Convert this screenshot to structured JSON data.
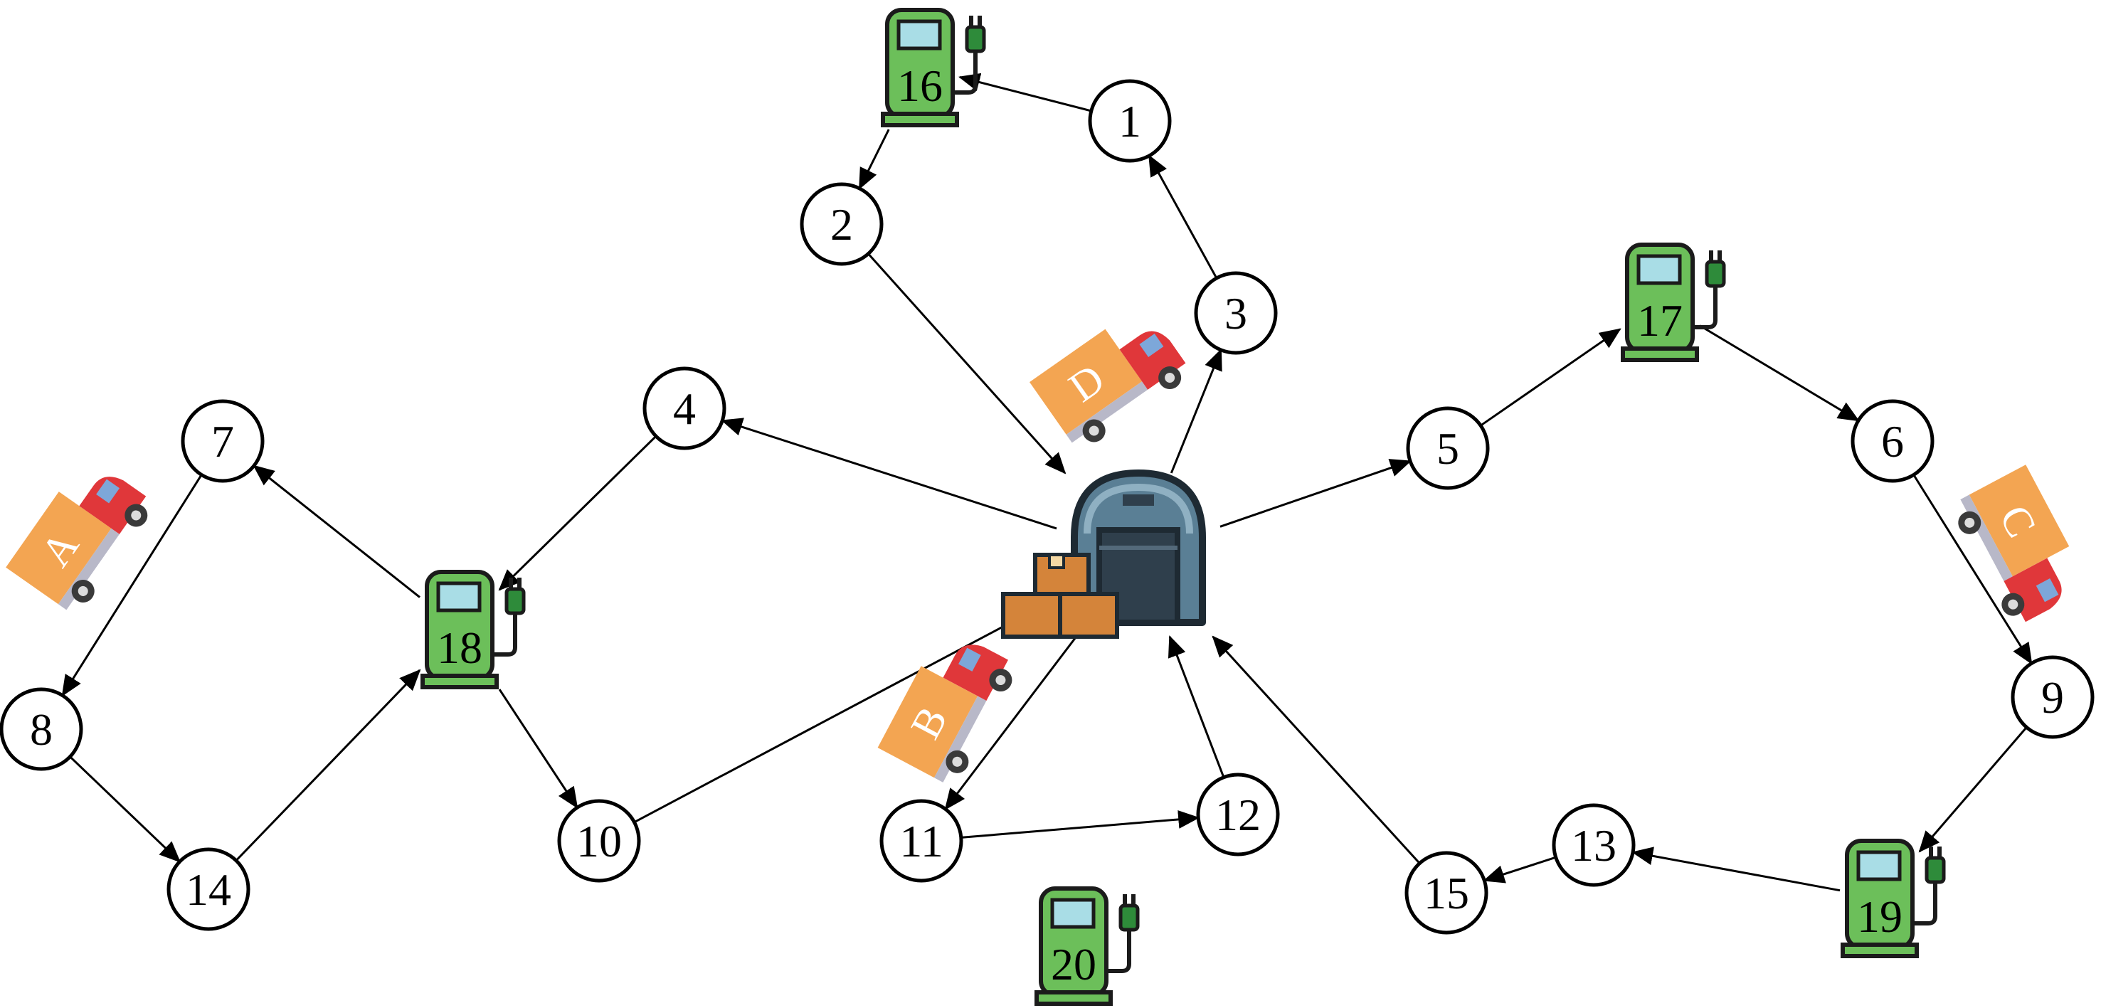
{
  "colors": {
    "station_body": "#6cbf5a",
    "station_screen": "#a9dde6",
    "plug": "#2e8b3a",
    "edge": "#000000",
    "depot_dome": "#5a7f95",
    "depot_door": "#2f3f4c",
    "depot_boxes": "#d4843a",
    "truck_cargo": "#f3a552",
    "truck_cab": "#e0373a"
  },
  "depot": {
    "name": "depot",
    "icon": "warehouse-icon"
  },
  "customers": [
    {
      "id": "1",
      "label": "1"
    },
    {
      "id": "2",
      "label": "2"
    },
    {
      "id": "3",
      "label": "3"
    },
    {
      "id": "4",
      "label": "4"
    },
    {
      "id": "5",
      "label": "5"
    },
    {
      "id": "6",
      "label": "6"
    },
    {
      "id": "7",
      "label": "7"
    },
    {
      "id": "8",
      "label": "8"
    },
    {
      "id": "9",
      "label": "9"
    },
    {
      "id": "10",
      "label": "10"
    },
    {
      "id": "11",
      "label": "11"
    },
    {
      "id": "12",
      "label": "12"
    },
    {
      "id": "13",
      "label": "13"
    },
    {
      "id": "14",
      "label": "14"
    },
    {
      "id": "15",
      "label": "15"
    }
  ],
  "stations": [
    {
      "id": "16",
      "label": "16",
      "icon": "charging-station-icon"
    },
    {
      "id": "17",
      "label": "17",
      "icon": "charging-station-icon"
    },
    {
      "id": "18",
      "label": "18",
      "icon": "charging-station-icon"
    },
    {
      "id": "19",
      "label": "19",
      "icon": "charging-station-icon"
    },
    {
      "id": "20",
      "label": "20",
      "icon": "charging-station-icon"
    }
  ],
  "trucks": [
    {
      "id": "A",
      "label": "A",
      "icon": "truck-icon"
    },
    {
      "id": "B",
      "label": "B",
      "icon": "truck-icon"
    },
    {
      "id": "C",
      "label": "C",
      "icon": "truck-icon"
    },
    {
      "id": "D",
      "label": "D",
      "icon": "truck-icon"
    }
  ],
  "edges": [
    {
      "from": "depot",
      "to": "3"
    },
    {
      "from": "3",
      "to": "1"
    },
    {
      "from": "1",
      "to": "16"
    },
    {
      "from": "16",
      "to": "2"
    },
    {
      "from": "2",
      "to": "depot"
    },
    {
      "from": "depot",
      "to": "5"
    },
    {
      "from": "5",
      "to": "17"
    },
    {
      "from": "17",
      "to": "6"
    },
    {
      "from": "6",
      "to": "9"
    },
    {
      "from": "9",
      "to": "19"
    },
    {
      "from": "19",
      "to": "13"
    },
    {
      "from": "13",
      "to": "15"
    },
    {
      "from": "15",
      "to": "depot"
    },
    {
      "from": "depot",
      "to": "4"
    },
    {
      "from": "4",
      "to": "18"
    },
    {
      "from": "18",
      "to": "7"
    },
    {
      "from": "7",
      "to": "8"
    },
    {
      "from": "8",
      "to": "14"
    },
    {
      "from": "14",
      "to": "18"
    },
    {
      "from": "18",
      "to": "10"
    },
    {
      "from": "10",
      "to": "depot"
    },
    {
      "from": "depot",
      "to": "11"
    },
    {
      "from": "11",
      "to": "12"
    },
    {
      "from": "12",
      "to": "depot"
    }
  ]
}
